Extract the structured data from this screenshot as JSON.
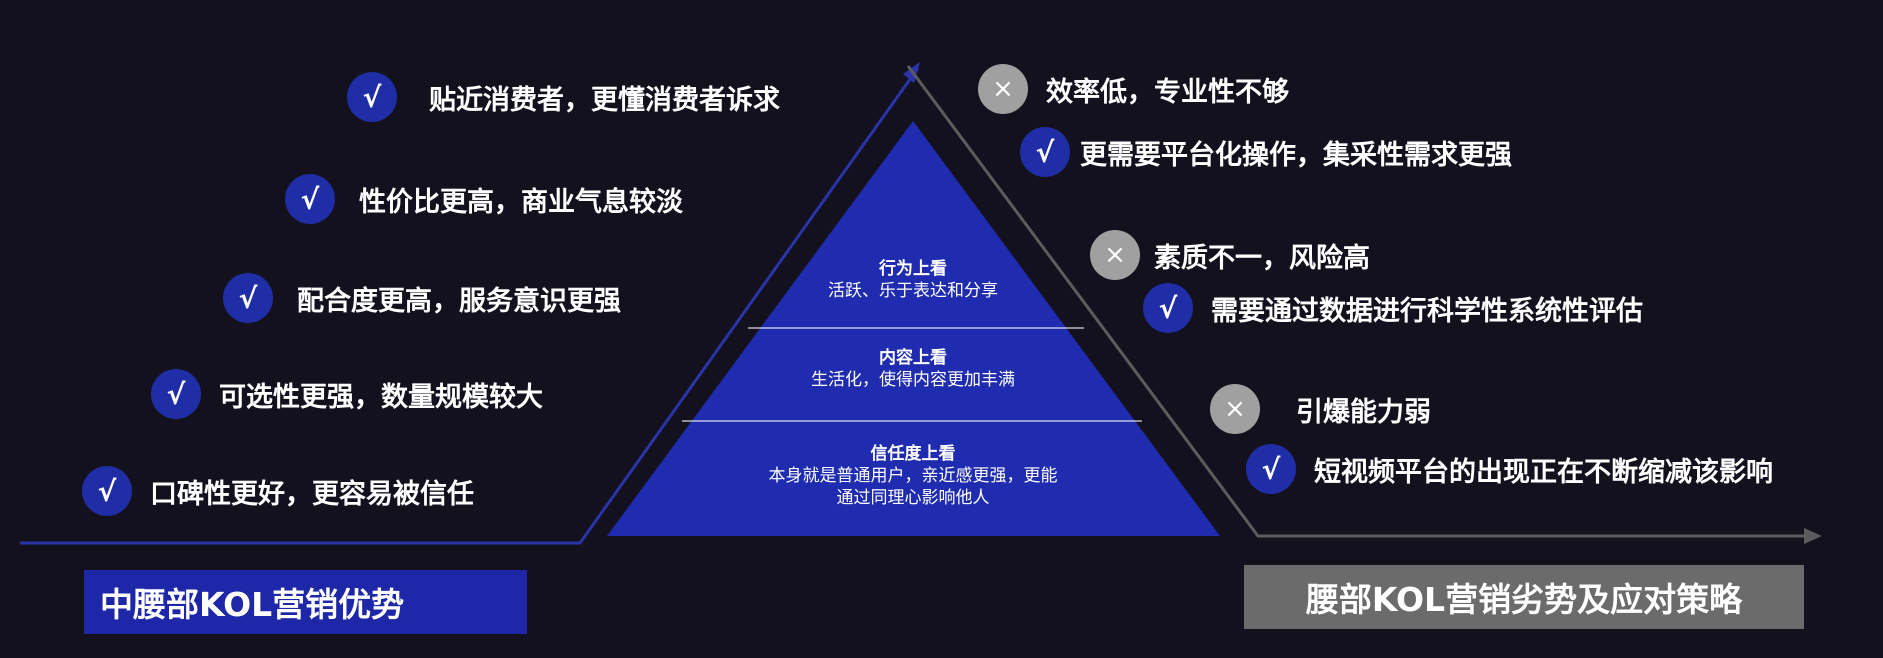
{
  "colors": {
    "background": "#14111f",
    "check_badge": "#1f2ea6",
    "cross_badge": "#a0a0a0",
    "pyramid": "#1f2cb0",
    "left_banner": "#1d27a8",
    "right_banner": "#6b6b6b"
  },
  "left": {
    "title": "中腰部KOL营销优势",
    "items": [
      {
        "icon": "check-icon",
        "mark": "√",
        "text": "贴近消费者，更懂消费者诉求"
      },
      {
        "icon": "check-icon",
        "mark": "√",
        "text": "性价比更高，商业气息较淡"
      },
      {
        "icon": "check-icon",
        "mark": "√",
        "text": "配合度更高，服务意识更强"
      },
      {
        "icon": "check-icon",
        "mark": "√",
        "text": "可选性更强，数量规模较大"
      },
      {
        "icon": "check-icon",
        "mark": "√",
        "text": "口碑性更好，更容易被信任"
      }
    ]
  },
  "pyramid": {
    "layers": [
      {
        "title": "行为上看",
        "desc": [
          "活跃、乐于表达和分享"
        ]
      },
      {
        "title": "内容上看",
        "desc": [
          "生活化，使得内容更加丰满"
        ]
      },
      {
        "title": "信任度上看",
        "desc": [
          "本身就是普通用户，亲近感更强，更能",
          "通过同理心影响他人"
        ]
      }
    ]
  },
  "right": {
    "title": "腰部KOL营销劣势及应对策略",
    "items": [
      {
        "icon": "cross-icon",
        "mark": "×",
        "text": "效率低，专业性不够"
      },
      {
        "icon": "check-icon",
        "mark": "√",
        "text": "更需要平台化操作，集采性需求更强"
      },
      {
        "icon": "cross-icon",
        "mark": "×",
        "text": "素质不一，风险高"
      },
      {
        "icon": "check-icon",
        "mark": "√",
        "text": "需要通过数据进行科学性系统性评估"
      },
      {
        "icon": "cross-icon",
        "mark": "×",
        "text": "引爆能力弱"
      },
      {
        "icon": "check-icon",
        "mark": "√",
        "text": "短视频平台的出现正在不断缩减该影响"
      }
    ]
  }
}
